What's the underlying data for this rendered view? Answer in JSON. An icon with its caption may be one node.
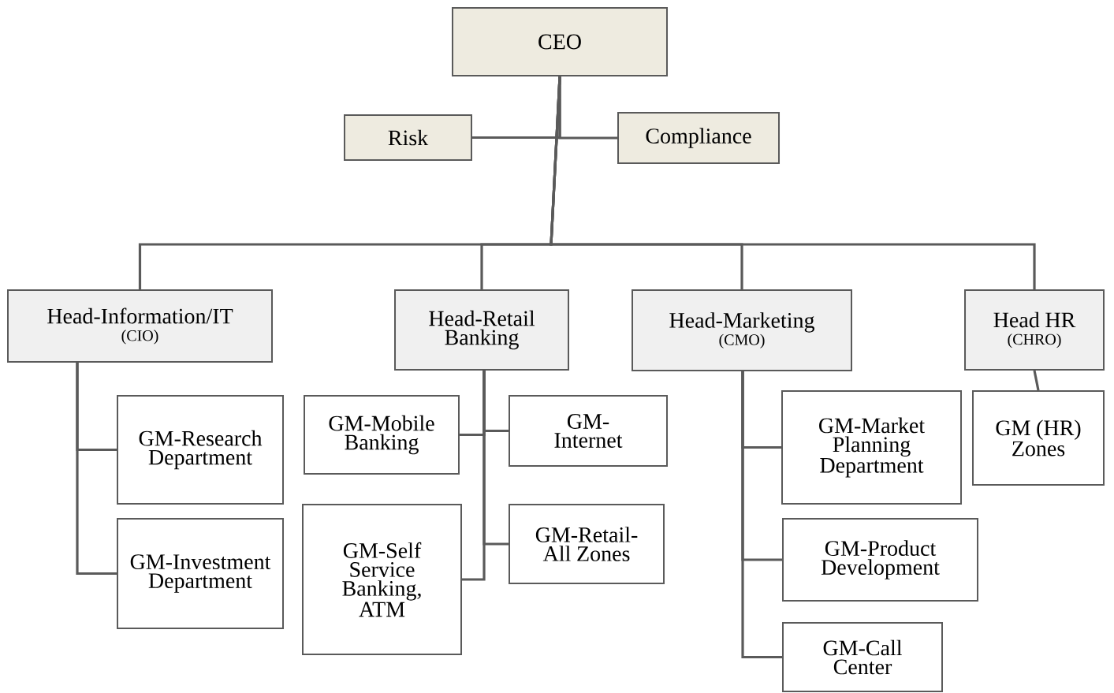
{
  "diagram": {
    "nodes": [
      {
        "text": [
          "CEO"
        ]
      },
      {
        "text": [
          "Risk"
        ]
      },
      {
        "text": [
          "Compliance"
        ]
      },
      {
        "text": [
          "Head-Information/IT",
          "(CIO)"
        ]
      },
      {
        "text": [
          "Head-Retail Banking"
        ]
      },
      {
        "text": [
          "Head-Marketing",
          "(CMO)"
        ]
      },
      {
        "text": [
          "Head HR",
          "(CHRO)"
        ]
      },
      {
        "text": [
          "GM-Research Department"
        ]
      },
      {
        "text": [
          "GM-Investment Department"
        ]
      },
      {
        "text": [
          "GM-Mobile Banking"
        ]
      },
      {
        "text": [
          "GM-Internet"
        ]
      },
      {
        "text": [
          "GM-Self Service Banking, ATM"
        ]
      },
      {
        "text": [
          "GM-Retail-All Zones"
        ]
      },
      {
        "text": [
          "GM-Market Planning Department"
        ]
      },
      {
        "text": [
          "GM-Product Development"
        ]
      },
      {
        "text": [
          "GM-Call Center"
        ]
      },
      {
        "text": [
          "GM (HR) Zones"
        ]
      }
    ],
    "edges": [
      {
        "from": 0,
        "to": 1,
        "arrow": "none"
      },
      {
        "from": 0,
        "to": 2,
        "arrow": "none"
      },
      {
        "from": 0,
        "to": 3,
        "arrow": "none"
      },
      {
        "from": 0,
        "to": 4,
        "arrow": "none"
      },
      {
        "from": 0,
        "to": 5,
        "arrow": "none"
      },
      {
        "from": 0,
        "to": 6,
        "arrow": "none"
      },
      {
        "from": 3,
        "to": 7,
        "arrow": "none"
      },
      {
        "from": 3,
        "to": 8,
        "arrow": "none"
      },
      {
        "from": 4,
        "to": 9,
        "arrow": "none"
      },
      {
        "from": 4,
        "to": 10,
        "arrow": "none"
      },
      {
        "from": 4,
        "to": 11,
        "arrow": "none"
      },
      {
        "from": 4,
        "to": 12,
        "arrow": "none"
      },
      {
        "from": 5,
        "to": 13,
        "arrow": "none"
      },
      {
        "from": 5,
        "to": 14,
        "arrow": "none"
      },
      {
        "from": 5,
        "to": 15,
        "arrow": "none"
      },
      {
        "from": 6,
        "to": 16,
        "arrow": "none"
      }
    ]
  }
}
